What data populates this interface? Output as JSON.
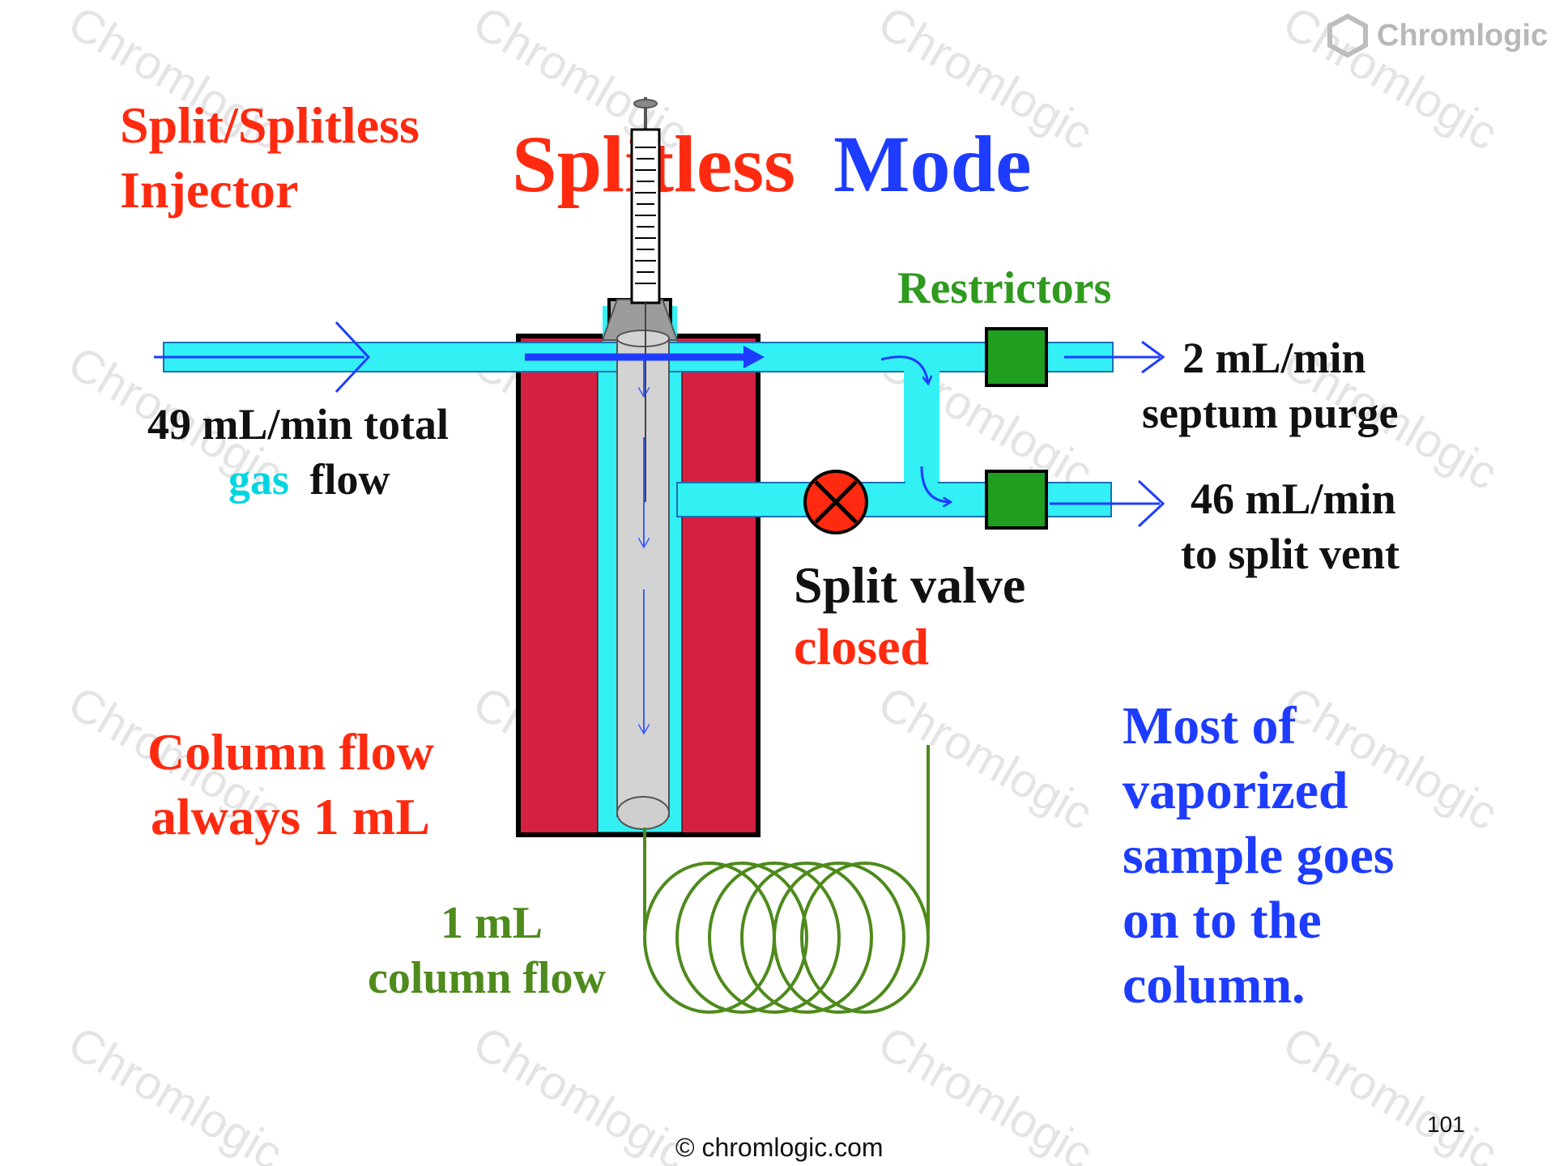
{
  "brand": {
    "name": "Chromlogic",
    "watermark": "Chromlogic"
  },
  "title": {
    "left_line1": "Split/Splitless",
    "left_line2": "Injector",
    "main_part1": "Splitless",
    "main_part2": "Mode"
  },
  "labels": {
    "restrictors": "Restrictors",
    "total_flow_line1": "49 mL/min total",
    "total_flow_gas": "gas",
    "total_flow_flow": "flow",
    "septum_line1": "2 mL/min",
    "septum_line2": "septum purge",
    "vent_line1": "46 mL/min",
    "vent_line2": "to split vent",
    "split_valve": "Split valve",
    "split_state": "closed",
    "column_flow_line1": "Column flow",
    "column_flow_line2": "always 1 mL",
    "col_line1": "1 mL",
    "col_line2": "column flow",
    "note_line1": "Most of",
    "note_line2": "vaporized",
    "note_line3": "sample goes",
    "note_line4": "on to the",
    "note_line5": "column."
  },
  "footer": {
    "copyright": "© chromlogic.com",
    "page_number": "101"
  },
  "colors": {
    "red_text": "#ff2a0f",
    "blue_text": "#1e3cff",
    "green_text": "#2f9a1e",
    "olive": "#4e8a1c",
    "cyan": "#33f0f5",
    "injector_body": "#d42041",
    "restrictor": "#1f9e1f"
  }
}
